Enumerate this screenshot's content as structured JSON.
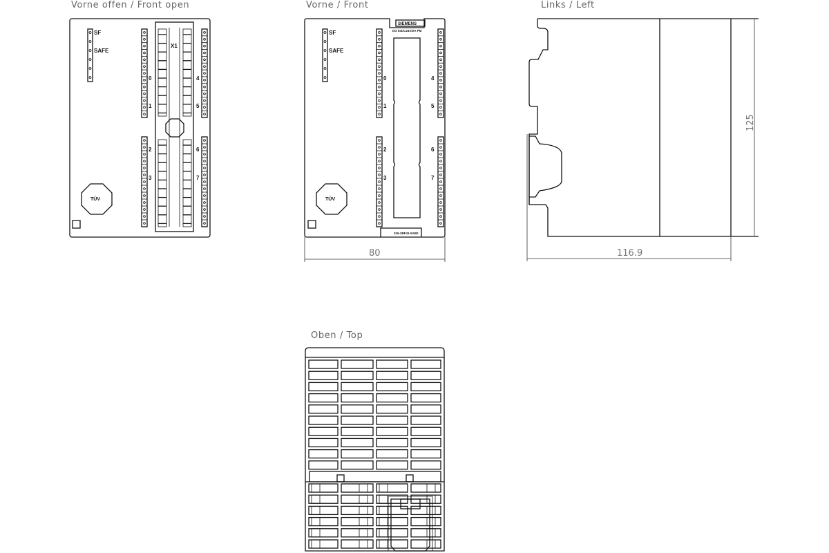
{
  "views": {
    "front_open": {
      "title": "Vorne offen / Front open",
      "leds": [
        "SF",
        "SAFE"
      ],
      "connector_label": "X1",
      "channel_labels": [
        "0",
        "1",
        "2",
        "3",
        "4",
        "5",
        "6",
        "7"
      ],
      "cert_mark": "TÜV"
    },
    "front": {
      "title": "Vorne / Front",
      "leds": [
        "SF",
        "SAFE"
      ],
      "brand": "SIEMENS",
      "module_type": "DO 8xDC24V/2A PM",
      "part_number": "326-2BF41-0AB0",
      "channel_labels": [
        "0",
        "1",
        "2",
        "3",
        "4",
        "5",
        "6",
        "7"
      ],
      "cert_mark": "TÜV",
      "width_dimension": "80"
    },
    "left": {
      "title": "Links / Left",
      "height_dimension": "125",
      "depth_dimension": "116.9"
    },
    "top": {
      "title": "Oben / Top"
    }
  }
}
